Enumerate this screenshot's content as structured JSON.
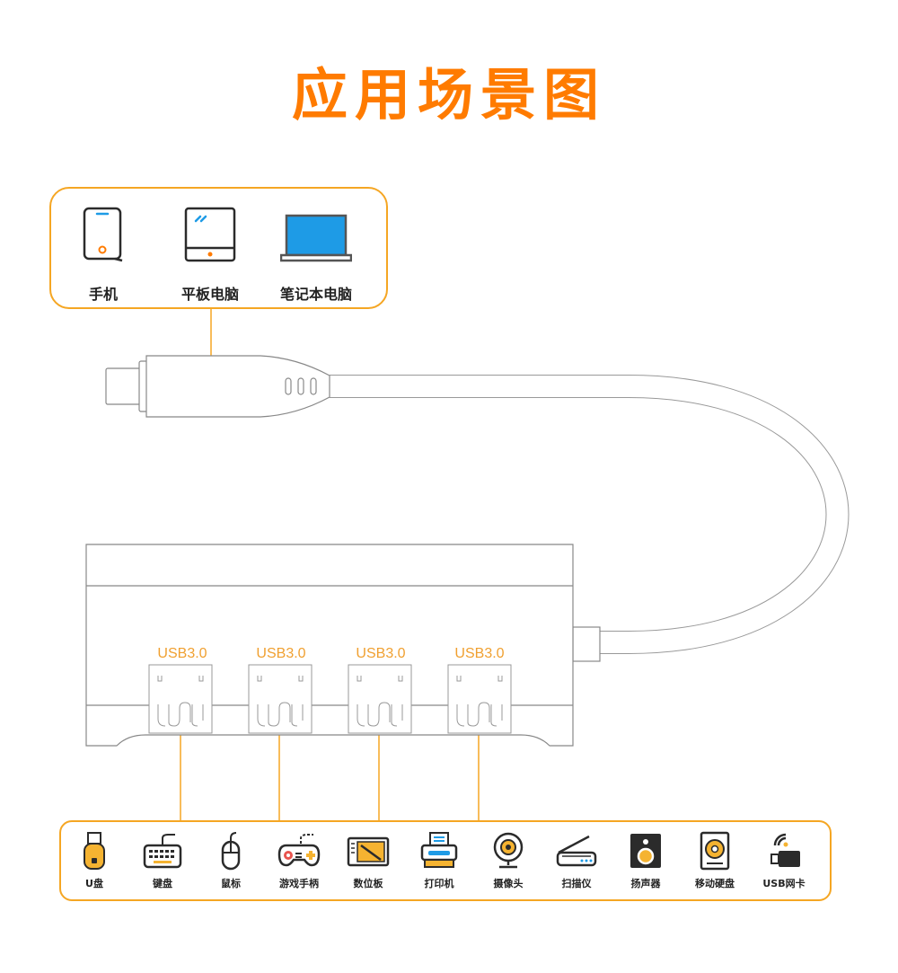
{
  "title": "应用场景图",
  "hosts": [
    {
      "label": "手机",
      "icon": "phone-icon"
    },
    {
      "label": "平板电脑",
      "icon": "tablet-icon"
    },
    {
      "label": "笔记本电脑",
      "icon": "laptop-icon"
    }
  ],
  "ports": [
    "USB3.0",
    "USB3.0",
    "USB3.0",
    "USB3.0"
  ],
  "devices": [
    {
      "label": "U盘",
      "icon": "usb-drive-icon"
    },
    {
      "label": "键盘",
      "icon": "keyboard-icon"
    },
    {
      "label": "鼠标",
      "icon": "mouse-icon"
    },
    {
      "label": "游戏手柄",
      "icon": "gamepad-icon"
    },
    {
      "label": "数位板",
      "icon": "drawing-tablet-icon"
    },
    {
      "label": "打印机",
      "icon": "printer-icon"
    },
    {
      "label": "摄像头",
      "icon": "webcam-icon"
    },
    {
      "label": "扫描仪",
      "icon": "scanner-icon"
    },
    {
      "label": "扬声器",
      "icon": "speaker-icon"
    },
    {
      "label": "移动硬盘",
      "icon": "hard-drive-icon"
    },
    {
      "label": "USB网卡",
      "icon": "wifi-adapter-icon"
    }
  ],
  "colors": {
    "accent": "#ff7b00",
    "border": "#f5a623",
    "icon_dark": "#2b2b2b",
    "screen_blue": "#1e9be6"
  }
}
